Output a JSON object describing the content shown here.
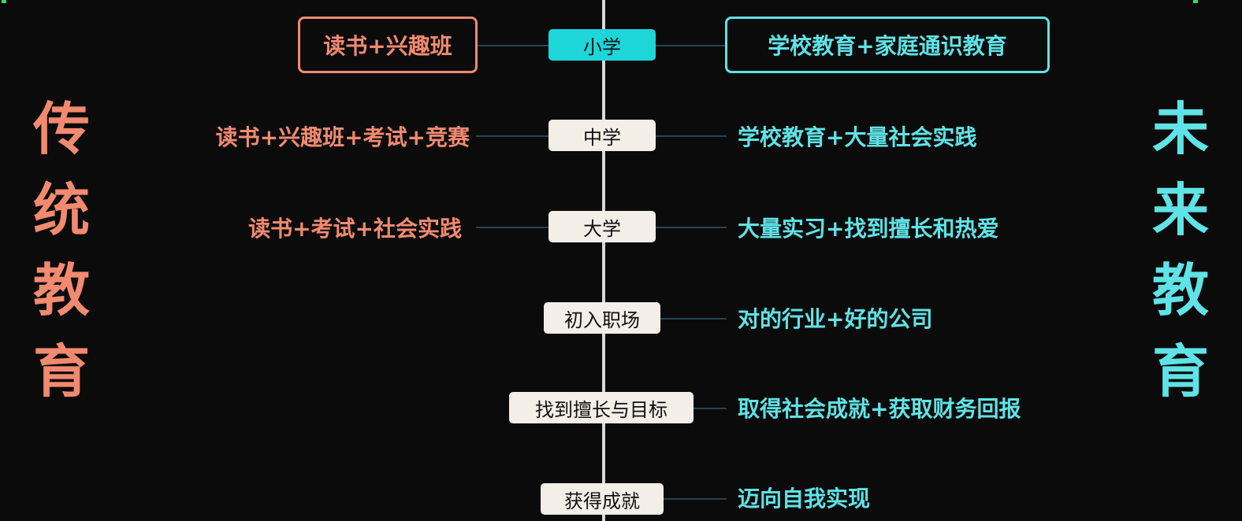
{
  "left_title": "传统教育",
  "right_title": "未来教育",
  "stages": [
    {
      "label": "小学",
      "traditional": "读书+兴趣班",
      "future": "学校教育+家庭通识教育"
    },
    {
      "label": "中学",
      "traditional": "读书+兴趣班+考试+竞赛",
      "future": "学校教育+大量社会实践"
    },
    {
      "label": "大学",
      "traditional": "读书+考试+社会实践",
      "future": "大量实习+找到擅长和热爱"
    },
    {
      "label": "初入职场",
      "traditional": "",
      "future": "对的行业+好的公司"
    },
    {
      "label": "找到擅长与目标",
      "traditional": "",
      "future": "取得社会成就+获取财务回报"
    },
    {
      "label": "获得成就",
      "traditional": "",
      "future": "迈向自我实现"
    }
  ],
  "colors": {
    "traditional": "#f28a70",
    "future": "#5fe3e6",
    "active_stage": "#1ed5d8",
    "stage_node": "#f3eee6",
    "background": "#0b0b0c"
  }
}
